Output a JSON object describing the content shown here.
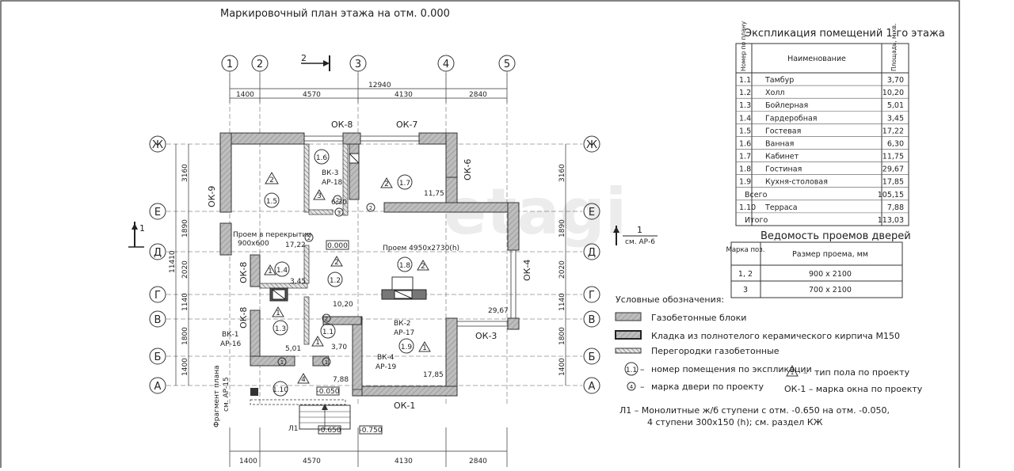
{
  "plan_title": "Маркировочный план этажа на отм. 0.000",
  "axes": {
    "vertical": [
      "1",
      "2",
      "3",
      "4",
      "5"
    ],
    "horizontal": [
      "Ж",
      "Е",
      "Д",
      "Г",
      "В",
      "Б",
      "А"
    ]
  },
  "dims": {
    "total": "12940",
    "spans": [
      "1400",
      "4570",
      "4130",
      "2840"
    ],
    "left_total": "11410",
    "left_spans": [
      "3160",
      "1890",
      "2020",
      "1140",
      "1800",
      "1400"
    ],
    "right_spans": [
      "3160",
      "1890",
      "2020",
      "1140",
      "1800",
      "1400"
    ]
  },
  "section_marks": {
    "top": "2",
    "left": "1",
    "right_num": "1",
    "right_ref": "см. АР-6"
  },
  "windows": [
    "ОК-8",
    "ОК-7",
    "ОК-6",
    "ОК-9",
    "ОК-4",
    "ОК-3",
    "ОК-1",
    "ОК-8",
    "ОК-8"
  ],
  "vent": [
    {
      "code": "ВК-3",
      "ref": "АР-18"
    },
    {
      "code": "ВК-2",
      "ref": "АР-17"
    },
    {
      "code": "ВК-1",
      "ref": "АР-16"
    },
    {
      "code": "ВК-4",
      "ref": "АР-19"
    }
  ],
  "rooms": [
    {
      "num": "1.5",
      "area": "",
      "floor": "2"
    },
    {
      "num": "1.6",
      "area": "6,30",
      "floor": "3"
    },
    {
      "num": "1.7",
      "area": "11,75",
      "floor": "2"
    },
    {
      "num": "1.4",
      "area": "3,45",
      "floor": "1"
    },
    {
      "num": "1.2",
      "area": "17,22",
      "floor": "2"
    },
    {
      "num": "1.8",
      "area": "29,67",
      "floor": "2"
    },
    {
      "num": "1.3",
      "area": "5,01",
      "floor": "1"
    },
    {
      "num": "1.1",
      "area": "10,20",
      "floor": "1"
    },
    {
      "num": "1.9",
      "area": "17,85",
      "floor": "1"
    },
    {
      "num": "1.10",
      "area": "7,88",
      "floor": "4"
    }
  ],
  "room_extra": {
    "r12_area": "3,70"
  },
  "doors": [
    "2",
    "3",
    "2",
    "2",
    "1",
    "1",
    "2"
  ],
  "openings": {
    "floor_opening": "Проем в перекрытии",
    "floor_opening_size": "900х600",
    "wall_opening": "Проем 4950х2730(h)",
    "level_0": "0.000",
    "level_m050": "-0.050",
    "level_m650": "-0.650",
    "level_m750": "-0.750",
    "stair_mark": "Л1",
    "fragment": "Фрагмент плана",
    "fragment_ref": "см. АР-15"
  },
  "explication": {
    "title": "Экспликация помещений 1-го этажа",
    "h_num": "Номер по плану",
    "h_name": "Наименование",
    "h_area": "Площадь, м.кв.",
    "rows": [
      {
        "n": "1.1",
        "name": "Тамбур",
        "a": "3,70"
      },
      {
        "n": "1.2",
        "name": "Холл",
        "a": "10,20"
      },
      {
        "n": "1.3",
        "name": "Бойлерная",
        "a": "5,01"
      },
      {
        "n": "1.4",
        "name": "Гардеробная",
        "a": "3,45"
      },
      {
        "n": "1.5",
        "name": "Гостевая",
        "a": "17,22"
      },
      {
        "n": "1.6",
        "name": "Ванная",
        "a": "6,30"
      },
      {
        "n": "1.7",
        "name": "Кабинет",
        "a": "11,75"
      },
      {
        "n": "1.8",
        "name": "Гостиная",
        "a": "29,67"
      },
      {
        "n": "1.9",
        "name": "Кухня-столовая",
        "a": "17,85"
      },
      {
        "n": "",
        "name": "Всего",
        "a": "105,15"
      },
      {
        "n": "1.10",
        "name": "Терраса",
        "a": "7,88"
      },
      {
        "n": "",
        "name": "Итого",
        "a": "113,03"
      }
    ]
  },
  "doors_table": {
    "title": "Ведомость проемов дверей",
    "h_mark": "Марка поз.",
    "h_size": "Размер проема, мм",
    "rows": [
      {
        "mark": "1, 2",
        "size": "900 х 2100"
      },
      {
        "mark": "3",
        "size": "700 х 2100"
      }
    ]
  },
  "legend": {
    "title": "Условные обозначения:",
    "items": [
      "Газобетонные блоки",
      "Кладка из полнотелого керамического кирпича М150",
      "Перегородки газобетонные"
    ],
    "room_num": "номер помещения по экспликации",
    "floor_type": "тип пола по проекту",
    "door_mark": "марка двери по проекту",
    "window_mark": "ОК-1 – марка окна по проекту",
    "stairs_line1": "Л1  –  Монолитные ж/б ступени с отм. -0.650 на отм. -0.050,",
    "stairs_line2": "4 ступени 300х150 (h); см. раздел КЖ"
  },
  "watermark": "etagi",
  "colors": {
    "wall": "#a8a8a8",
    "ink": "#222222",
    "paper": "#ffffff"
  }
}
